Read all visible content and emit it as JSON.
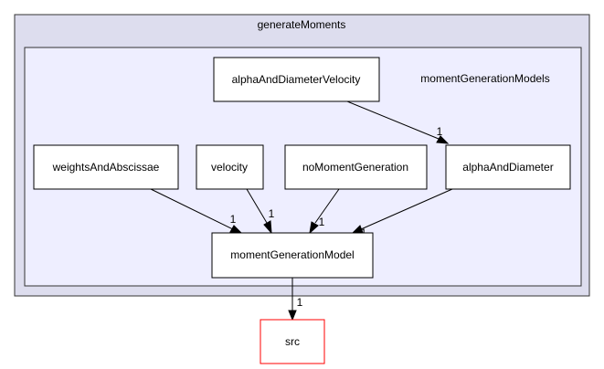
{
  "outer_cluster": {
    "label": "generateMoments",
    "fill": "#ddddee",
    "stroke": "#333333"
  },
  "inner_cluster": {
    "label": "momentGenerationModels",
    "fill": "#eeeeff",
    "stroke": "#333333"
  },
  "nodes": {
    "alphaAndDiameterVelocity": {
      "label": "alphaAndDiameterVelocity"
    },
    "weightsAndAbscissae": {
      "label": "weightsAndAbscissae"
    },
    "velocity": {
      "label": "velocity"
    },
    "noMomentGeneration": {
      "label": "noMomentGeneration"
    },
    "alphaAndDiameter": {
      "label": "alphaAndDiameter"
    },
    "momentGenerationModel": {
      "label": "momentGenerationModel"
    },
    "src": {
      "label": "src",
      "stroke": "#ff0000"
    }
  },
  "edges": [
    {
      "from": "alphaAndDiameterVelocity",
      "to": "alphaAndDiameter",
      "label": "1"
    },
    {
      "from": "weightsAndAbscissae",
      "to": "momentGenerationModel",
      "label": "1"
    },
    {
      "from": "velocity",
      "to": "momentGenerationModel",
      "label": "1"
    },
    {
      "from": "noMomentGeneration",
      "to": "momentGenerationModel",
      "label": "1"
    },
    {
      "from": "alphaAndDiameter",
      "to": "momentGenerationModel",
      "label": "1"
    },
    {
      "from": "momentGenerationModel",
      "to": "src",
      "label": "1"
    }
  ]
}
